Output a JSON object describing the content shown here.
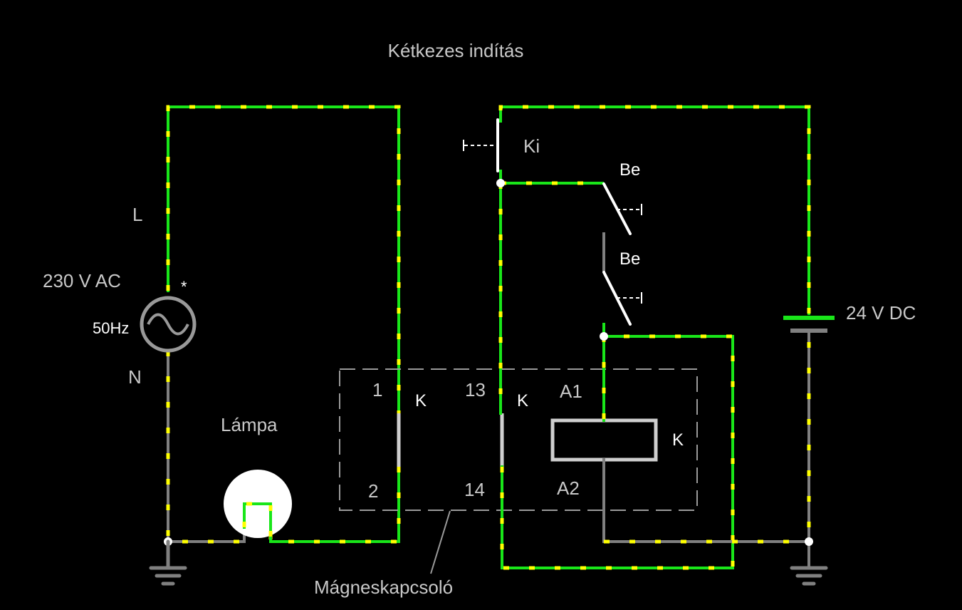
{
  "title": "Kétkezes indítás",
  "source": {
    "phase_label": "L",
    "neutral_label": "N",
    "voltage_label": "230 V AC",
    "frequency_label": "50Hz",
    "marker": "*"
  },
  "lamp": {
    "label": "Lámpa"
  },
  "contactor": {
    "label": "Mágneskapcsoló",
    "main_contact": {
      "top": "1",
      "bottom": "2",
      "name": "K"
    },
    "aux_contact": {
      "top": "13",
      "bottom": "14",
      "name": "K"
    },
    "coil": {
      "top": "A1",
      "bottom": "A2",
      "name": "K"
    }
  },
  "buttons": {
    "stop": "Ki",
    "start1": "Be",
    "start2": "Be"
  },
  "dc_source": {
    "label": "24 V DC"
  },
  "colors": {
    "live": "#19e619",
    "dead": "#808080",
    "current_dots": "#ffff00",
    "background": "#000000"
  }
}
